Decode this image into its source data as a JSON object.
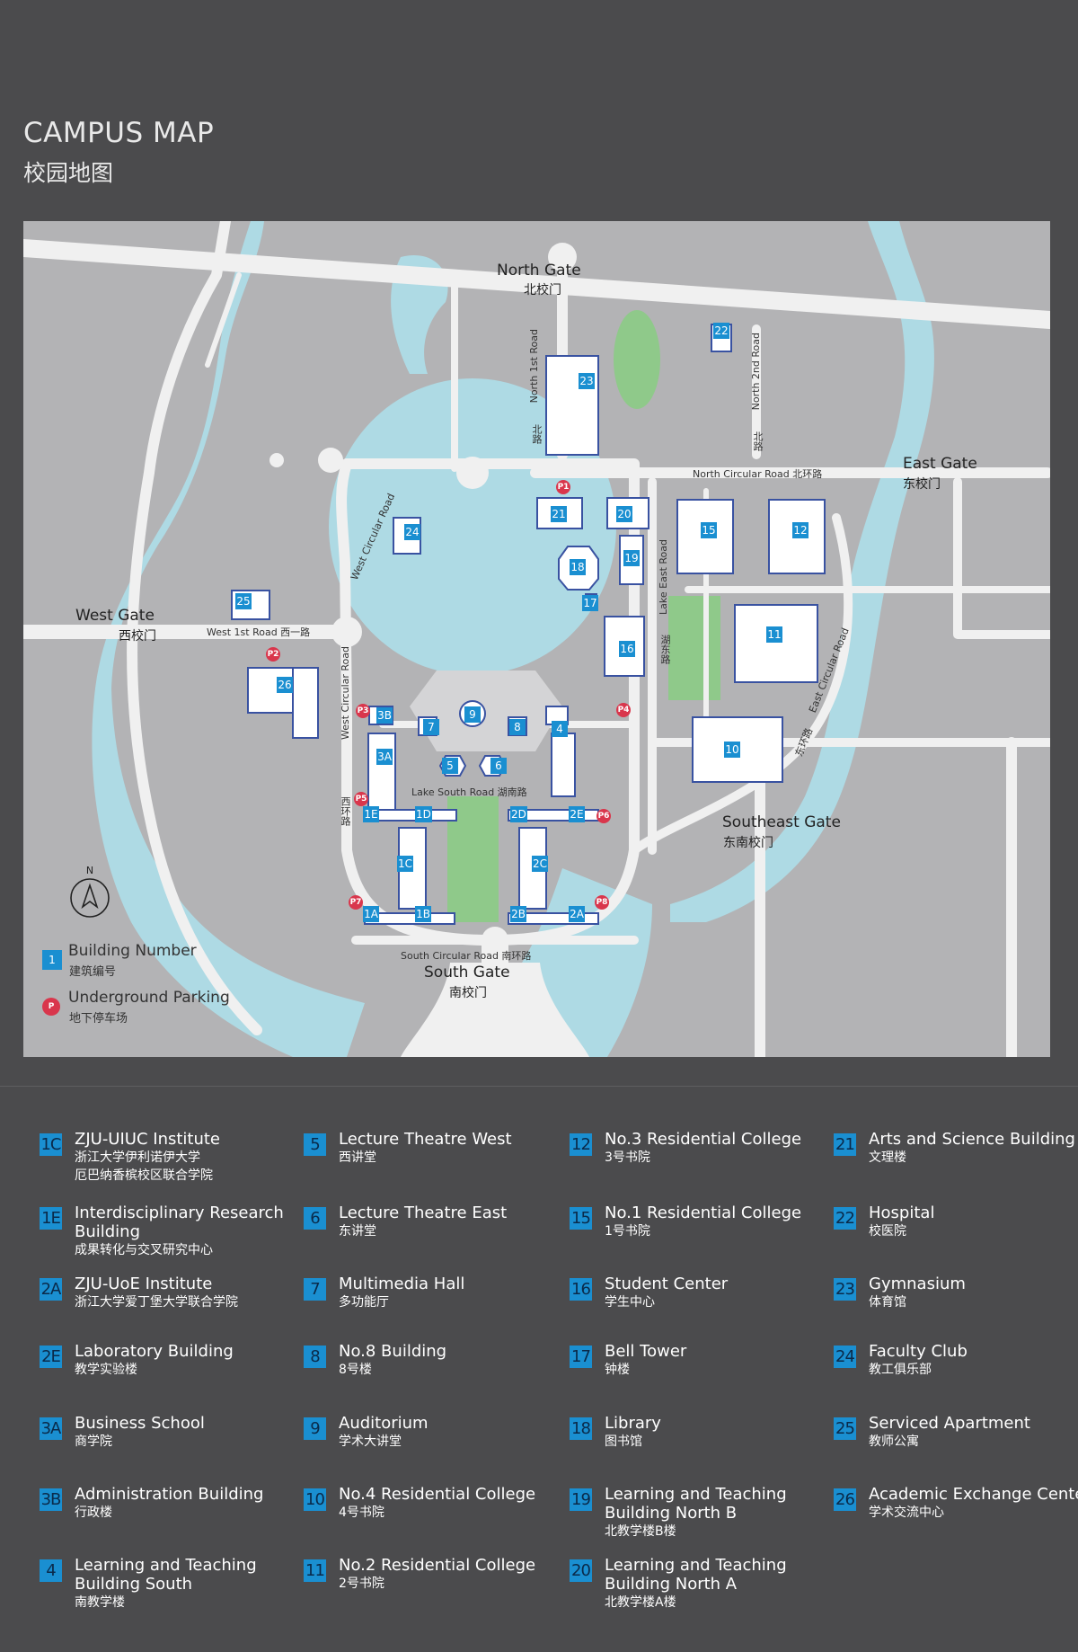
{
  "title": {
    "en": "CAMPUS MAP",
    "cn": "校园地图"
  },
  "colors": {
    "background": "#4b4b4d",
    "map_ground": "#b3b3b5",
    "water": "#aedae4",
    "road": "#f0f0f0",
    "building": "#ffffff",
    "green": "#8fc98a",
    "number_badge": "#1a8fd1",
    "parking": "#d9364c"
  },
  "map": {
    "gates": {
      "north": {
        "en": "North Gate",
        "cn": "北校门"
      },
      "east": {
        "en": "East Gate",
        "cn": "东校门"
      },
      "west": {
        "en": "West Gate",
        "cn": "西校门"
      },
      "south": {
        "en": "South Gate",
        "cn": "南校门"
      },
      "southeast": {
        "en": "Southeast Gate",
        "cn": "东南校门"
      }
    },
    "roads": {
      "north_circular": "North Circular Road  北环路",
      "south_circular": "South Circular Road  南环路",
      "lake_south": "Lake South Road  湖南路",
      "west_1st": "West 1st  Road  西一路",
      "north_1st": "North 1st Road",
      "north_1st_cn": "北路",
      "north_2nd": "North 2nd Road",
      "north_2nd_cn": "北路",
      "lake_east": "Lake East Road",
      "lake_east_cn": "湖东路",
      "west_circular_upper": "West Circular Road",
      "west_circular_lower": "West Circular Road",
      "west_circular_cn": "西环路",
      "east_circular": "East Circular Road",
      "east_circular_cn": "东环路"
    },
    "building_numbers": [
      "23",
      "22",
      "21",
      "20",
      "24",
      "18",
      "19",
      "15",
      "12",
      "25",
      "17",
      "16",
      "11",
      "26",
      "9",
      "3B",
      "7",
      "8",
      "4",
      "3A",
      "5",
      "6",
      "10",
      "1E",
      "1D",
      "2D",
      "2E",
      "1C",
      "2C",
      "1A",
      "1B",
      "2B",
      "2A"
    ],
    "parking_labels": [
      "P1",
      "P2",
      "P3",
      "P4",
      "P5",
      "P6",
      "P7",
      "P8"
    ],
    "compass": "N",
    "legend": {
      "building_number": {
        "en": "Building Number",
        "cn": "建筑编号",
        "sample": "1"
      },
      "parking": {
        "en": "Underground Parking",
        "cn": "地下停车场",
        "sample": "P"
      }
    }
  },
  "directory": [
    {
      "num": "1C",
      "en": "ZJU-UIUC Institute",
      "cn": "浙江大学伊利诺伊大学\n厄巴纳香槟校区联合学院"
    },
    {
      "num": "1E",
      "en": "Interdisciplinary Research Building",
      "cn": "成果转化与交叉研究中心"
    },
    {
      "num": "2A",
      "en": "ZJU-UoE Institute",
      "cn": "浙江大学爱丁堡大学联合学院"
    },
    {
      "num": "2E",
      "en": "Laboratory Building",
      "cn": "教学实验楼"
    },
    {
      "num": "3A",
      "en": "Business School",
      "cn": "商学院"
    },
    {
      "num": "3B",
      "en": "Administration Building",
      "cn": "行政楼"
    },
    {
      "num": "4",
      "en": "Learning and Teaching Building South",
      "cn": "南教学楼"
    },
    {
      "num": "5",
      "en": "Lecture Theatre West",
      "cn": "西讲堂"
    },
    {
      "num": "6",
      "en": "Lecture Theatre East",
      "cn": "东讲堂"
    },
    {
      "num": "7",
      "en": "Multimedia Hall",
      "cn": "多功能厅"
    },
    {
      "num": "8",
      "en": "No.8 Building",
      "cn": "8号楼"
    },
    {
      "num": "9",
      "en": "Auditorium",
      "cn": "学术大讲堂"
    },
    {
      "num": "10",
      "en": "No.4 Residential College",
      "cn": "4号书院"
    },
    {
      "num": "11",
      "en": "No.2 Residential College",
      "cn": "2号书院"
    },
    {
      "num": "12",
      "en": "No.3 Residential College",
      "cn": "3号书院"
    },
    {
      "num": "15",
      "en": "No.1 Residential College",
      "cn": "1号书院"
    },
    {
      "num": "16",
      "en": "Student Center",
      "cn": "学生中心"
    },
    {
      "num": "17",
      "en": "Bell Tower",
      "cn": "钟楼"
    },
    {
      "num": "18",
      "en": "Library",
      "cn": "图书馆"
    },
    {
      "num": "19",
      "en": "Learning and Teaching Building North B",
      "cn": "北教学楼B楼"
    },
    {
      "num": "20",
      "en": "Learning and Teaching Building North A",
      "cn": "北教学楼A楼"
    },
    {
      "num": "21",
      "en": "Arts and Science Building",
      "cn": "文理楼"
    },
    {
      "num": "22",
      "en": "Hospital",
      "cn": "校医院"
    },
    {
      "num": "23",
      "en": "Gymnasium",
      "cn": "体育馆"
    },
    {
      "num": "24",
      "en": "Faculty Club",
      "cn": "教工俱乐部"
    },
    {
      "num": "25",
      "en": "Serviced Apartment",
      "cn": "教师公寓"
    },
    {
      "num": "26",
      "en": "Academic Exchange Center",
      "cn": "学术交流中心"
    }
  ]
}
